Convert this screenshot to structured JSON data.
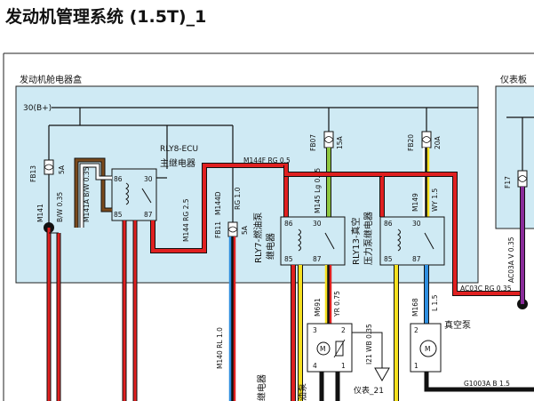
{
  "title": "发动机管理系统 (1.5T)_1",
  "boxes": {
    "engine_box": "发动机舱电器盒",
    "dash_box": "仪表板"
  },
  "power": "30(B+)",
  "fuses": {
    "fb13": "FB13",
    "fb13_rating": "5A",
    "fb11": "FB11",
    "fb11_rating": "5A",
    "fb07": "FB07",
    "fb07_rating": "15A",
    "fb20": "FB20",
    "fb20_rating": "20A",
    "f17": "F17"
  },
  "relays": {
    "rly8_name": "RLY8-ECU",
    "rly8_desc": "主继电器",
    "rly7_name": "RLY7-燃油泵",
    "rly7_desc": "继电器",
    "rly13_name": "RLY13-真空",
    "rly13_desc": "压力泵继电器"
  },
  "pins": {
    "p86": "86",
    "p30": "30",
    "p85": "85",
    "p87": "87"
  },
  "wires": {
    "m141": "M141",
    "bw035": "B/W 0.35",
    "m141a": "M141A B/W 0.35",
    "m144rg25": "M144 RG 2.5",
    "m144f": "M144F RG 0.5",
    "m144d": "M144D",
    "rg10": "RG 1.0",
    "m145": "M145 Lg 0.75",
    "m149": "M149",
    "wy15": "WY 1.5",
    "ac03a": "AC03A V 0.35",
    "ac03c": "AC03C RG 0.35",
    "m140": "M140 RL 1.0",
    "m691": "M691",
    "yr075": "YR 0.75",
    "i21": "I21 WB 0.35",
    "m168": "M168",
    "l15": "L 1.5",
    "g1003a": "G1003A B 1.5"
  },
  "components": {
    "vacuum_pump": "真空泵",
    "fuel_pump": "油泵",
    "relay_cut": "继电器",
    "dash_ref": "仪表_21",
    "pin1": "1",
    "pin2": "2",
    "pin3": "3",
    "pin4": "4",
    "motor": "M"
  },
  "colors": {
    "box_fill": "#cfeaf4",
    "red": "#e02020",
    "brown": "#7a4a1c",
    "green": "#8dc63f",
    "yellow": "#f6e020",
    "blue": "#2f8fe0",
    "purple": "#8a2c9a",
    "black": "#111111"
  }
}
